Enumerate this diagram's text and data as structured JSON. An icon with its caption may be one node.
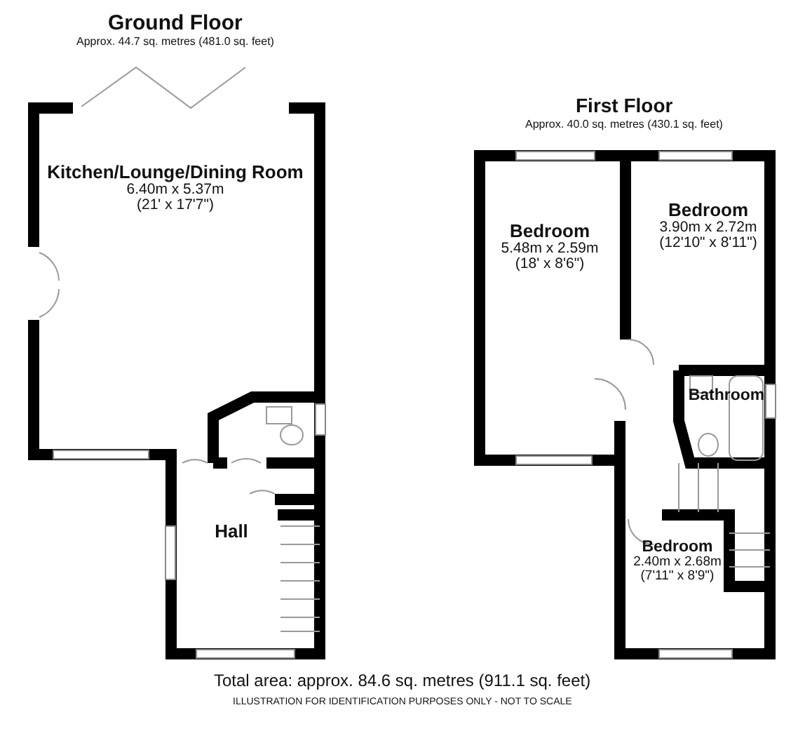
{
  "diagram": {
    "nodes": [
      {
        "text": [
          "Kitchen/Lounge/Dining Room",
          "6.40m x 5.37m",
          "(21' x 17'7\")"
        ]
      },
      {
        "text": [
          "Hall"
        ]
      },
      {
        "text": [
          "Bedroom",
          "5.48m x 2.59m",
          "(18' x 8'6\")"
        ]
      },
      {
        "text": [
          "Bedroom",
          "3.90m x 2.72m",
          "(12'10\" x 8'11\")"
        ]
      },
      {
        "text": [
          "Bathroom"
        ]
      },
      {
        "text": [
          "Bedroom",
          "2.40m x 2.68m",
          "(7'11\" x 8'9\")"
        ]
      }
    ],
    "edges": [],
    "labels": [
      "Ground Floor",
      "Approx. 44.7 sq. metres (481.0 sq. feet)",
      "First Floor",
      "Approx. 40.0 sq. metres (430.1 sq. feet)",
      "Total area: approx. 84.6 sq. metres (911.1 sq. feet)",
      "ILLUSTRATION FOR IDENTIFICATION PURPOSES ONLY - NOT TO SCALE"
    ]
  }
}
